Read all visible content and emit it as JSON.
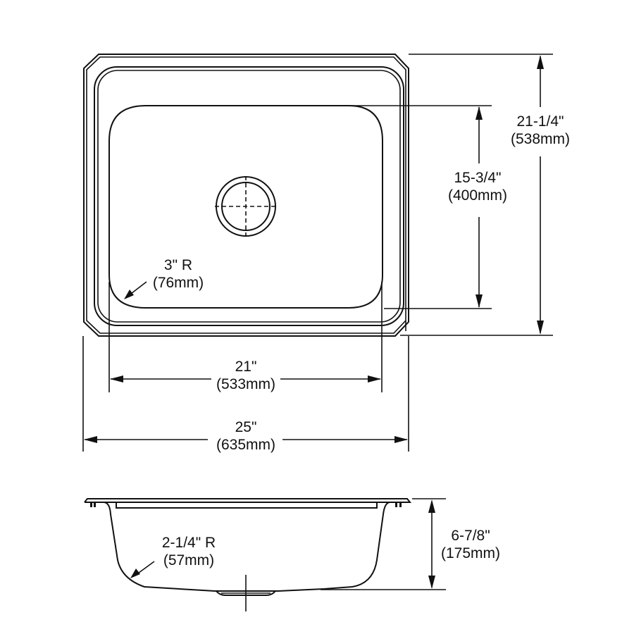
{
  "diagram": {
    "type": "sink-dimension-drawing",
    "views": [
      "top-view",
      "side-view"
    ],
    "colors": {
      "line": "#111111",
      "background": "#ffffff"
    }
  },
  "top_view": {
    "overall_height": {
      "imperial": "21-1/4\"",
      "metric": "(538mm)"
    },
    "bowl_height": {
      "imperial": "15-3/4\"",
      "metric": "(400mm)"
    },
    "corner_radius": {
      "imperial": "3\" R",
      "metric": "(76mm)"
    },
    "bowl_width": {
      "imperial": "21\"",
      "metric": "(533mm)"
    },
    "overall_width": {
      "imperial": "25\"",
      "metric": "(635mm)"
    },
    "drain": {
      "icon": "drain-circle-icon"
    }
  },
  "side_view": {
    "bottom_radius": {
      "imperial": "2-1/4\" R",
      "metric": "(57mm)"
    },
    "depth": {
      "imperial": "6-7/8\"",
      "metric": "(175mm)"
    }
  }
}
